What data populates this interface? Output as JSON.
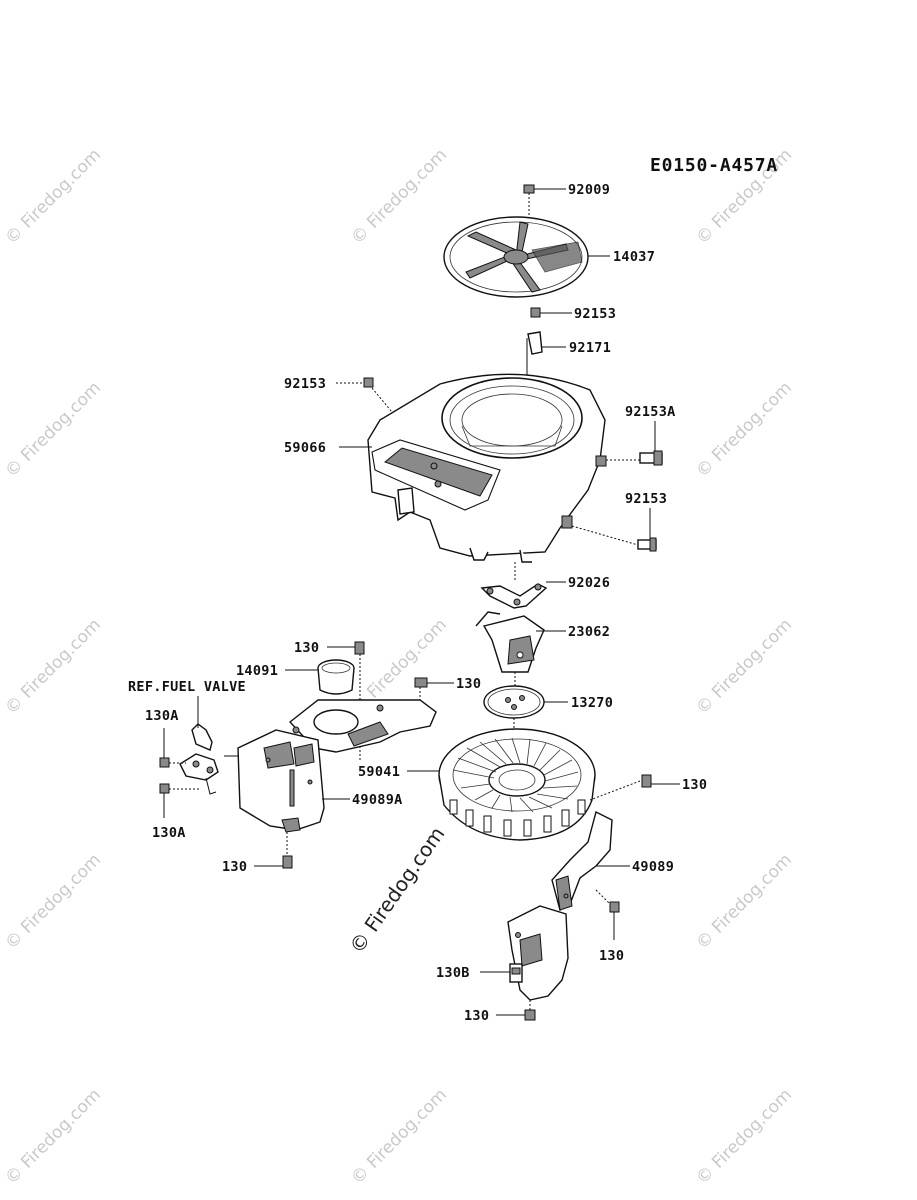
{
  "diagram_code": "E0150-A457A",
  "watermark_text": "© Firedog.com",
  "reference_note": "REF.FUEL VALVE",
  "callouts": {
    "c92009": "92009",
    "c14037": "14037",
    "c92153_a": "92153",
    "c92171": "92171",
    "c92153_b": "92153",
    "c59066": "59066",
    "c92153A": "92153A",
    "c92153_c": "92153",
    "c92026": "92026",
    "c23062": "23062",
    "c130_a": "130",
    "c14091": "14091",
    "c130_b": "130",
    "c13270": "13270",
    "c130A_a": "130A",
    "c59041": "59041",
    "c130_c": "130",
    "c49089A": "49089A",
    "c130A_b": "130A",
    "c130_d": "130",
    "c49089": "49089",
    "c130_e": "130",
    "c130B": "130B",
    "c130_f": "130"
  }
}
